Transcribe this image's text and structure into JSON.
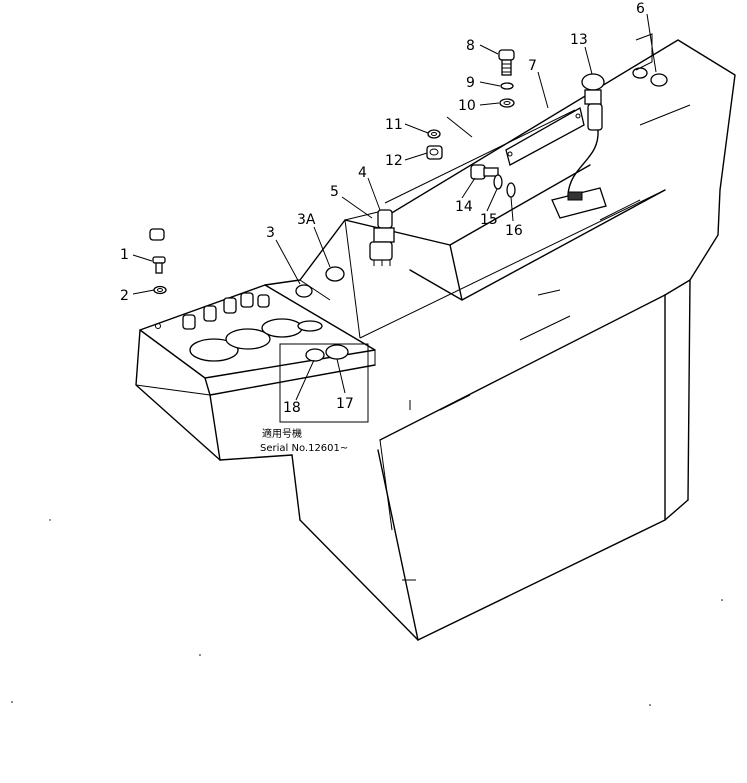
{
  "callouts": {
    "c1": "1",
    "c2": "2",
    "c3": "3",
    "c3a": "3A",
    "c4": "4",
    "c5": "5",
    "c6": "6",
    "c7": "7",
    "c8": "8",
    "c9": "9",
    "c10": "10",
    "c11": "11",
    "c12": "12",
    "c13": "13",
    "c14": "14",
    "c15": "15",
    "c16": "16",
    "c17": "17",
    "c18": "18"
  },
  "note": {
    "line1": "適用号機",
    "line2": "Serial  No.12601~"
  }
}
